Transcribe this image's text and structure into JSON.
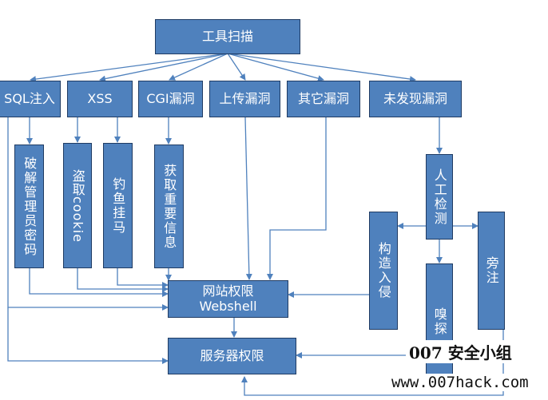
{
  "nodes": {
    "tool_scan": "工具扫描",
    "sql": "SQL注入",
    "xss": "XSS",
    "cgi": "CGI漏洞",
    "upload": "上传漏洞",
    "other": "其它漏洞",
    "undiscovered": "未发现漏洞",
    "crack_admin": "破解管理员密码",
    "steal_cookie": "盗取cookie",
    "phishing": "钓鱼挂马",
    "get_info": "获取重要信息",
    "manual_detect": "人工检测",
    "construct": "构造入侵",
    "sniff": "嗅探",
    "side_note": "旁注",
    "webshell_line1": "网站权限",
    "webshell_line2": "Webshell",
    "server": "服务器权限"
  },
  "watermark": {
    "line1": "007 安全小组",
    "line2": "www.007hack.com"
  },
  "colors": {
    "box_fill": "#4f81bd",
    "box_border": "#1f3b63",
    "arrow": "#4f81bd"
  }
}
